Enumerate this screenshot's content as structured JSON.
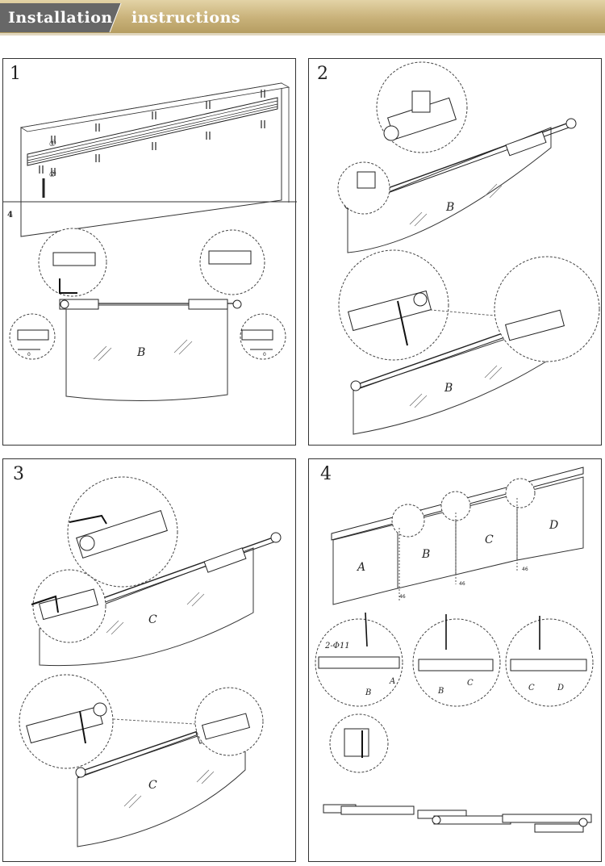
{
  "header": {
    "title_left": "Installation",
    "title_right": "instructions",
    "colors": {
      "dark": "#666666",
      "gold": "#c9b27a",
      "gold_light": "#e3d3a6"
    }
  },
  "panels": [
    {
      "number": "1"
    },
    {
      "number": "4",
      "glass_label": "B",
      "dim_label_left": "0",
      "dim_label_right": "0"
    },
    {
      "number": "2",
      "glass_label_top": "B",
      "glass_label_bottom": "B"
    },
    {
      "number": "3",
      "glass_label_top": "C",
      "glass_label_bottom": "C"
    },
    {
      "number": "4",
      "glass_labels": [
        "A",
        "B",
        "C",
        "D"
      ],
      "dim_gap": "46",
      "hole_spec": "2-Φ11",
      "detail_labels": [
        "B",
        "A",
        "B",
        "C",
        "C",
        "D"
      ]
    }
  ],
  "panel1_markers": [
    "①",
    "②"
  ]
}
